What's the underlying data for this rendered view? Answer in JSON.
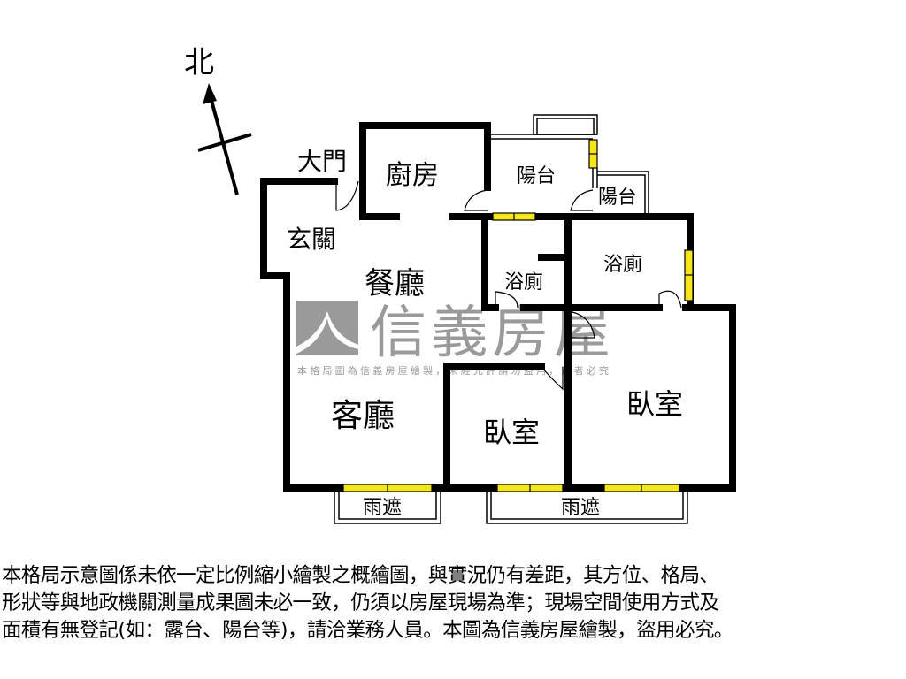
{
  "compass": {
    "north_label": "北"
  },
  "rooms": {
    "main_door": "大門",
    "entrance": "玄關",
    "kitchen": "廚房",
    "balcony_1": "陽台",
    "balcony_2": "陽台",
    "dining": "餐廳",
    "bath_1": "浴廁",
    "bath_2": "浴廁",
    "living": "客廳",
    "bedroom_1": "臥室",
    "bedroom_2": "臥室",
    "canopy_1": "雨遮",
    "canopy_2": "雨遮"
  },
  "watermark": {
    "brand": "信義房屋",
    "notice": "本格局圖為信義房屋繪製，未經允許請勿盜用，違者必究"
  },
  "disclaimer": "本格局示意圖係未依一定比例縮小繪製之概繪圖，與實況仍有差距，其方位、格局、\n形狀等與地政機關測量成果圖未必一致，仍須以房屋現場為準；現場空間使用方式及\n面積有無登記(如：露台、陽台等)，請洽業務人員。本圖為信義房屋繪製，盜用必究。",
  "colors": {
    "wall": "#000000",
    "window": "#f5e61a",
    "watermark": "#9a9a9a"
  }
}
